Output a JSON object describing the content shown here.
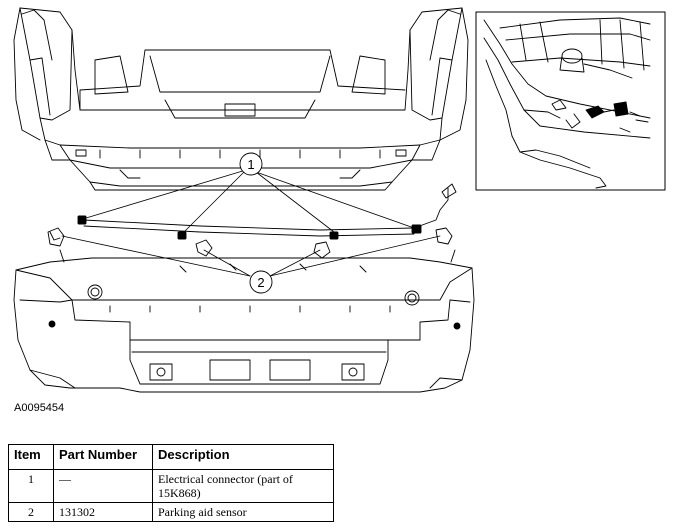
{
  "figure_id": "A0095454",
  "callouts": [
    {
      "number": "1"
    },
    {
      "number": "2"
    }
  ],
  "table": {
    "headers": [
      "Item",
      "Part Number",
      "Description"
    ],
    "rows": [
      {
        "item": "1",
        "part_number": "—",
        "description": "Electrical connector (part of 15K868)"
      },
      {
        "item": "2",
        "part_number": "131302",
        "description": "Parking aid sensor"
      }
    ]
  }
}
